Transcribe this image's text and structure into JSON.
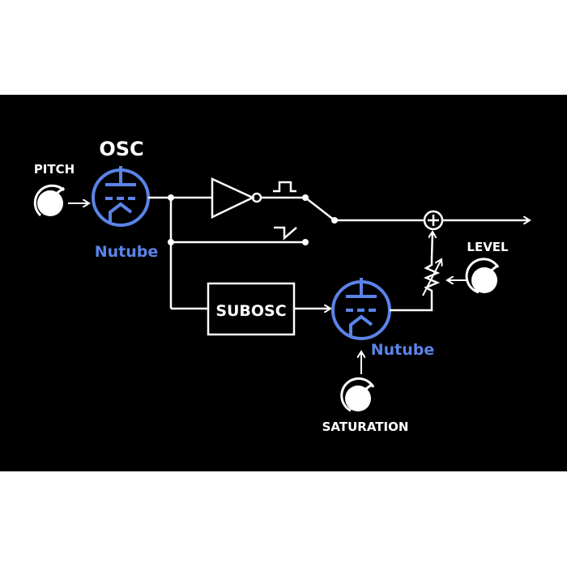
{
  "colors": {
    "page_background": "#ffffff",
    "panel_background": "#000000",
    "line": "#ffffff",
    "tube_accent": "#5b83e8"
  },
  "labels": {
    "osc": "OSC",
    "pitch": "PITCH",
    "nutube_main": "Nutube",
    "nutube_sub": "Nutube",
    "subosc": "SUBOSC",
    "level": "LEVEL",
    "saturation": "SATURATION"
  },
  "icons": {
    "square_wave": "square-wave-icon",
    "saw_wave": "sawtooth-wave-icon",
    "mixer": "summing-junction-icon",
    "inverter": "inverter-triangle-icon",
    "potentiometer": "potentiometer-icon",
    "knob": "knob-icon",
    "tube": "vacuum-tube-icon"
  }
}
